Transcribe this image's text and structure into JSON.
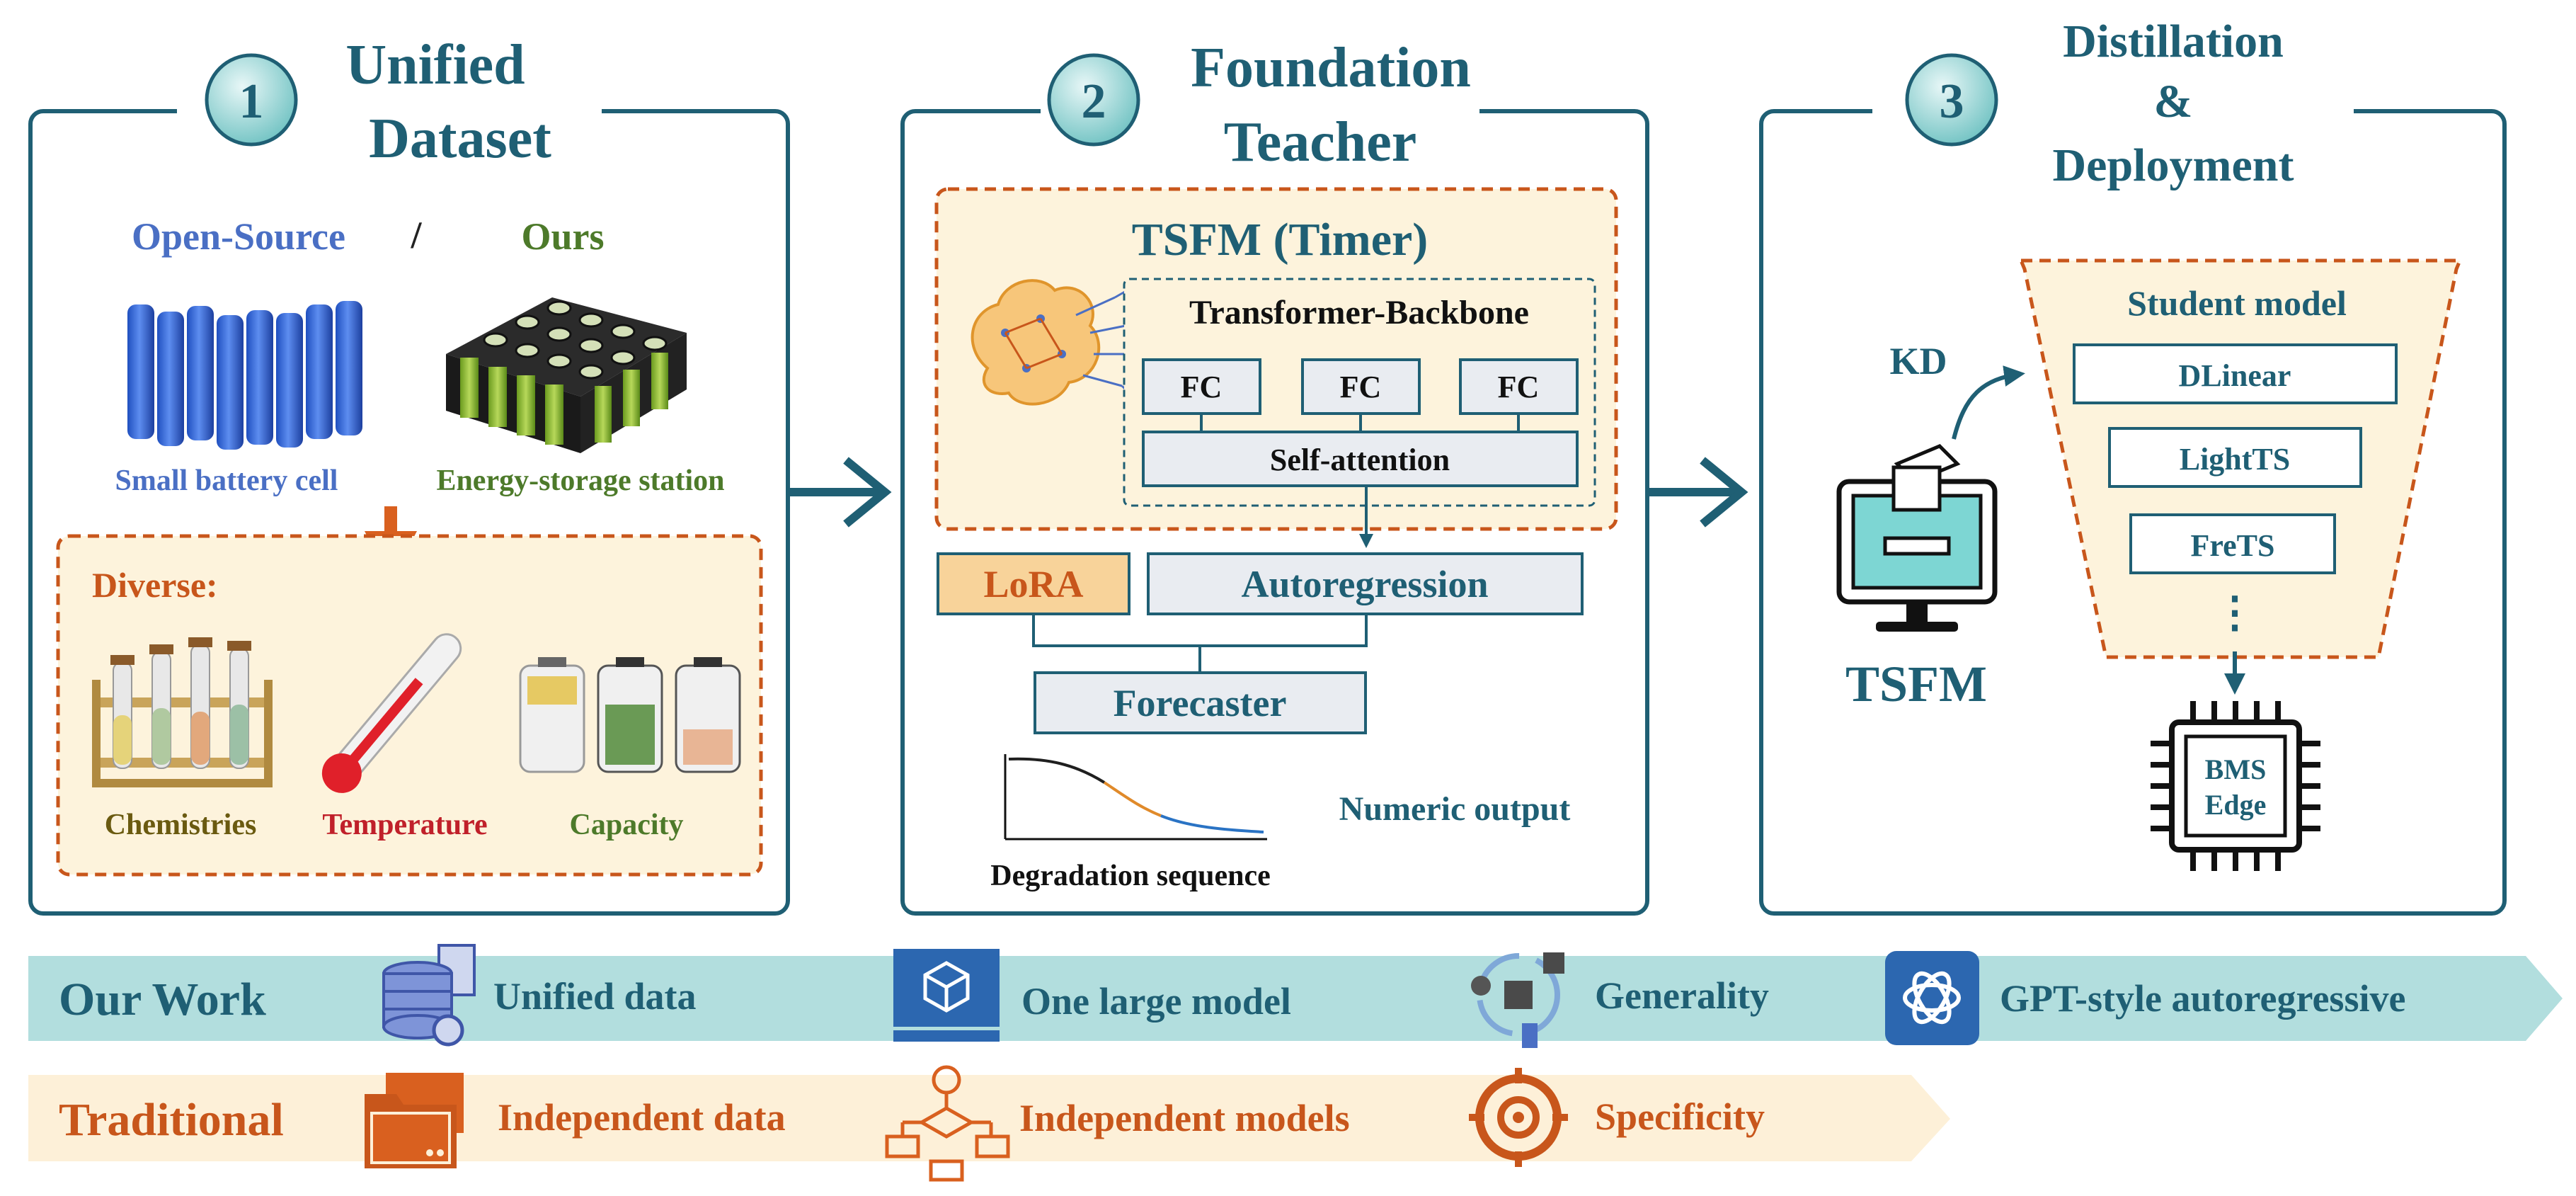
{
  "panel1": {
    "number": "1",
    "title_line1": "Unified",
    "title_line2": "Dataset",
    "open_source_label": "Open-Source",
    "separator": "/",
    "ours_label": "Ours",
    "small_cell_caption": "Small battery cell",
    "station_caption": "Energy-storage station",
    "diverse_label": "Diverse:",
    "chemistries_label": "Chemistries",
    "temperature_label": "Temperature",
    "capacity_label": "Capacity"
  },
  "panel2": {
    "number": "2",
    "title_line1": "Foundation",
    "title_line2": "Teacher",
    "tsfm_title": "TSFM (Timer)",
    "backbone_label": "Transformer-Backbone",
    "fc_labels": [
      "FC",
      "FC",
      "FC"
    ],
    "self_attention_label": "Self-attention",
    "lora_label": "LoRA",
    "autoregression_label": "Autoregression",
    "forecaster_label": "Forecaster",
    "degradation_caption": "Degradation sequence",
    "numeric_output_label": "Numeric output"
  },
  "panel3": {
    "number": "3",
    "title_line1": "Distillation",
    "title_line2": "&",
    "title_line3": "Deployment",
    "kd_label": "KD",
    "tsfm_label": "TSFM",
    "student_title": "Student model",
    "student_models": [
      "DLinear",
      "LightTS",
      "FreTS"
    ],
    "ellipsis": "⋮",
    "chip_line1": "BMS",
    "chip_line2": "Edge"
  },
  "our_work": {
    "label": "Our Work",
    "items": [
      "Unified data",
      "One large model",
      "Generality",
      "GPT-style autoregressive"
    ]
  },
  "traditional": {
    "label": "Traditional",
    "items": [
      "Independent data",
      "Independent models",
      "Specificity"
    ]
  },
  "colors": {
    "teal": "#1f5f74",
    "orange": "#c8561b",
    "blue": "#4a6fc4",
    "olive": "#4d7a2a",
    "red": "#c0202a",
    "cream": "#fdf3dc",
    "box_fill": "#e9ecf1"
  }
}
